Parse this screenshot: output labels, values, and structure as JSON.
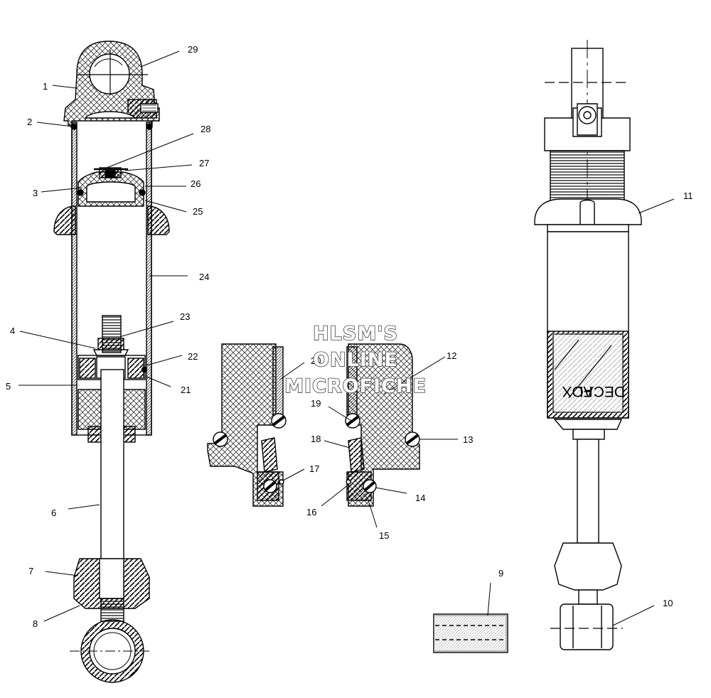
{
  "watermark": {
    "line1": "HLSM'S",
    "line2": "ONLINE",
    "line3": "MICROFICHE"
  },
  "decal": {
    "line1": "DECAL",
    "line2": "FOX"
  },
  "callouts": [
    "1",
    "2",
    "3",
    "4",
    "5",
    "6",
    "7",
    "8",
    "9",
    "10",
    "11",
    "12",
    "13",
    "14",
    "15",
    "16",
    "17",
    "18",
    "19",
    "20",
    "21",
    "22",
    "23",
    "24",
    "25",
    "26",
    "27",
    "28",
    "29"
  ],
  "colors": {
    "ink": "#000000",
    "background": "#ffffff"
  }
}
